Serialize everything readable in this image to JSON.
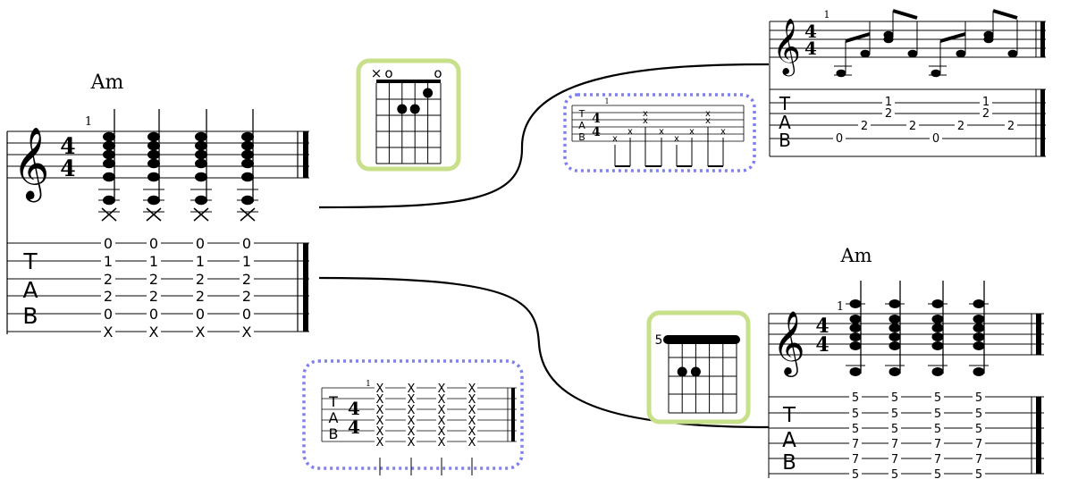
{
  "colors": {
    "chord_box_border": "#c8e08a",
    "callout_border": "#8080ee",
    "ink": "#000000"
  },
  "left_system": {
    "chord_name": "Am",
    "measure_number": "1",
    "time_sig": {
      "top": "4",
      "bottom": "4"
    },
    "tab_label": [
      "T",
      "A",
      "B"
    ],
    "tab_strings": [
      "0",
      "1",
      "2",
      "2",
      "0",
      "X"
    ]
  },
  "am_chord_diagram": {
    "open_markers": [
      "×",
      "o",
      "o"
    ]
  },
  "arpeggio_callout": {
    "measure_number": "1",
    "tab_label": [
      "T",
      "A",
      "B"
    ],
    "time_sig": {
      "top": "4",
      "bottom": "4"
    }
  },
  "top_right_system": {
    "measure_number": "1",
    "time_sig": {
      "top": "4",
      "bottom": "4"
    },
    "tab_label": [
      "T",
      "A",
      "B"
    ],
    "tab_row1": [
      "1",
      "1"
    ],
    "tab_row2": [
      "2",
      "2"
    ],
    "tab_row3": [
      "2",
      "2",
      "2",
      "2"
    ],
    "tab_row5": [
      "0",
      "0"
    ]
  },
  "strum_callout": {
    "measure_number": "1",
    "tab_label": [
      "T",
      "A",
      "B"
    ],
    "time_sig": {
      "top": "4",
      "bottom": "4"
    },
    "muted": "X"
  },
  "barre_chord_diagram": {
    "fret_label": "5"
  },
  "bottom_right_system": {
    "chord_name": "Am",
    "measure_number": "1",
    "time_sig": {
      "top": "4",
      "bottom": "4"
    },
    "tab_label": [
      "T",
      "A",
      "B"
    ],
    "tab_strings": [
      "5",
      "5",
      "5",
      "7",
      "7",
      "5"
    ]
  }
}
